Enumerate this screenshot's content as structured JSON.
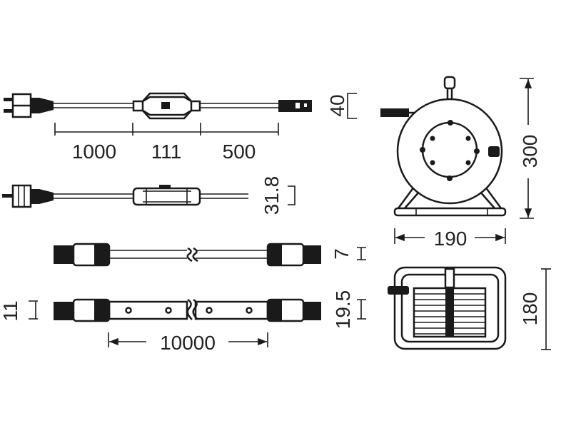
{
  "drawing": {
    "cable_dims": {
      "first": "1000",
      "controller": "111",
      "second": "500"
    },
    "height_40": "40",
    "height_31_8": "31.8",
    "cable_height_7": "7",
    "strip_height_11": "11",
    "connector_height_19_5": "19.5",
    "strip_length": "10000",
    "reel_height": "300",
    "reel_width": "190",
    "reel_depth": "180"
  },
  "colors": {
    "line": "#1a1a1a",
    "background": "#ffffff"
  }
}
